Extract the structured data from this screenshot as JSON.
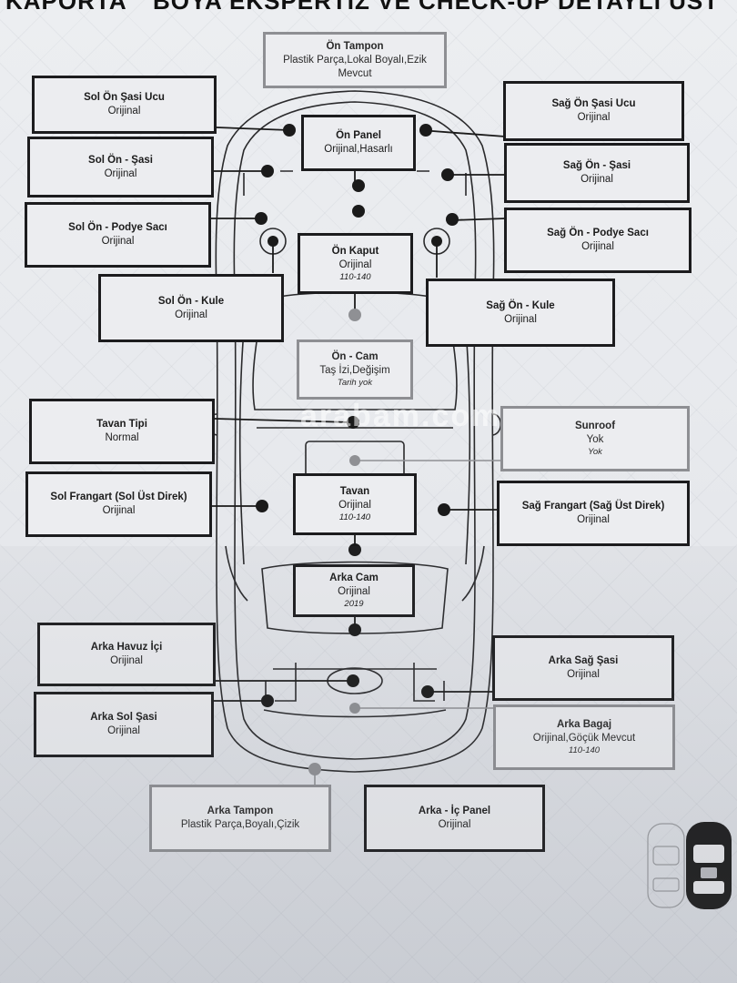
{
  "header": {
    "left": "KAPORTA",
    "middle": "BOYA EKSPERTİZ VE CHECK-UP DETAYLI ÜST",
    "right": ""
  },
  "watermark": "arabam.com",
  "parts": {
    "on_tampon": {
      "title": "Ön Tampon",
      "status": "Plastik Parça,Lokal Boyalı,Ezik Mevcut"
    },
    "sol_on_sasi_ucu": {
      "title": "Sol Ön Şasi Ucu",
      "status": "Orijinal"
    },
    "sag_on_sasi_ucu": {
      "title": "Sağ Ön Şasi Ucu",
      "status": "Orijinal"
    },
    "on_panel": {
      "title": "Ön Panel",
      "status": "Orijinal,Hasarlı"
    },
    "sol_on_sasi": {
      "title": "Sol Ön - Şasi",
      "status": "Orijinal"
    },
    "sag_on_sasi": {
      "title": "Sağ Ön - Şasi",
      "status": "Orijinal"
    },
    "sol_on_podye": {
      "title": "Sol Ön - Podye Sacı",
      "status": "Orijinal"
    },
    "sag_on_podye": {
      "title": "Sağ Ön - Podye Sacı",
      "status": "Orijinal"
    },
    "on_kaput": {
      "title": "Ön Kaput",
      "status": "Orijinal",
      "note": "110-140"
    },
    "sol_on_kule": {
      "title": "Sol Ön - Kule",
      "status": "Orijinal"
    },
    "sag_on_kule": {
      "title": "Sağ Ön - Kule",
      "status": "Orijinal"
    },
    "on_cam": {
      "title": "Ön - Cam",
      "status": "Taş İzi,Değişim",
      "note": "Tarih yok"
    },
    "tavan_tipi": {
      "title": "Tavan Tipi",
      "status": "Normal"
    },
    "sunroof": {
      "title": "Sunroof",
      "status": "Yok",
      "note": "Yok"
    },
    "sol_frangart": {
      "title": "Sol Frangart (Sol Üst Direk)",
      "status": "Orijinal"
    },
    "tavan": {
      "title": "Tavan",
      "status": "Orijinal",
      "note": "110-140"
    },
    "sag_frangart": {
      "title": "Sağ Frangart (Sağ Üst Direk)",
      "status": "Orijinal"
    },
    "arka_cam": {
      "title": "Arka Cam",
      "status": "Orijinal",
      "note": "2019"
    },
    "arka_havuz_ici": {
      "title": "Arka Havuz İçi",
      "status": "Orijinal"
    },
    "arka_sag_sasi": {
      "title": "Arka Sağ Şasi",
      "status": "Orijinal"
    },
    "arka_sol_sasi": {
      "title": "Arka Sol Şasi",
      "status": "Orijinal"
    },
    "arka_bagaj": {
      "title": "Arka Bagaj",
      "status": "Orijinal,Göçük Mevcut",
      "note": "110-140"
    },
    "arka_tampon": {
      "title": "Arka Tampon",
      "status": "Plastik Parça,Boyalı,Çizik"
    },
    "arka_ic_panel": {
      "title": "Arka - İç Panel",
      "status": "Orijinal"
    }
  },
  "colors": {
    "box_border": "#1c1c1e",
    "box_border_light": "#8e8f93",
    "dot": "#1a1a1a",
    "dot_light": "#8f9094"
  }
}
